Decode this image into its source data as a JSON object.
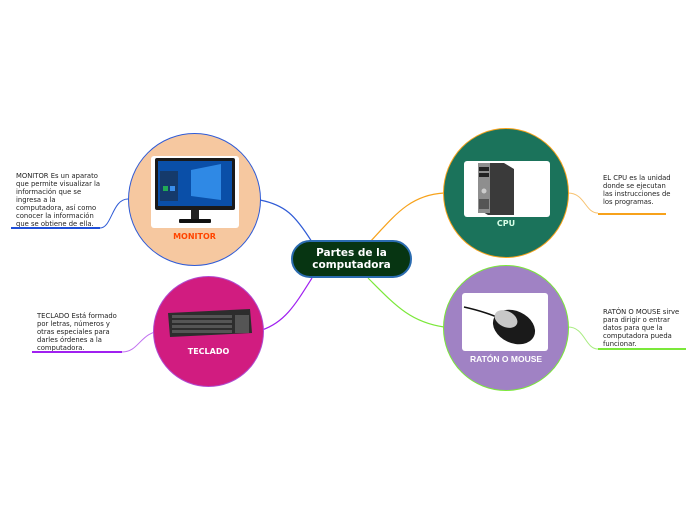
{
  "center": {
    "title": "Partes de la computadora",
    "bg": "#073512",
    "border": "#2b6cb0"
  },
  "topics": [
    {
      "id": "monitor",
      "label": "MONITOR",
      "fill": "#f6c8a0",
      "border": "#2f5bd6",
      "label_color": "#ff4500",
      "image": "monitor-image",
      "note": "MONITOR Es un aparato que permite visualizar la información que se ingresa a la computadora, así como conocer la información que se obtiene de ella.",
      "line_color": "#1f4fd8"
    },
    {
      "id": "cpu",
      "label": "CPU",
      "fill": "#1b735b",
      "border": "#f7a21b",
      "label_color": "#d8ffe8",
      "image": "cpu-tower-image",
      "note": "EL CPU es la unidad donde se ejecutan las instrucciones de los programas.",
      "line_color": "#f7a21b"
    },
    {
      "id": "teclado",
      "label": "TECLADO",
      "fill": "#d11c80",
      "border": "#9f4fe0",
      "label_color": "#ffffff",
      "image": "keyboard-image",
      "note": "TECLADO Está formado por letras, números y otras especiales para darles órdenes a la computadora.",
      "line_color": "#a020f0"
    },
    {
      "id": "mouse",
      "label": "RATÓN O MOUSE",
      "fill": "#a082c4",
      "border": "#7be83a",
      "label_color": "#ffffff",
      "image": "mouse-image",
      "note": "RATÓN O MOUSE sirve para dirigir o entrar datos para que la computadora pueda funcionar.",
      "line_color": "#7be83a"
    }
  ]
}
